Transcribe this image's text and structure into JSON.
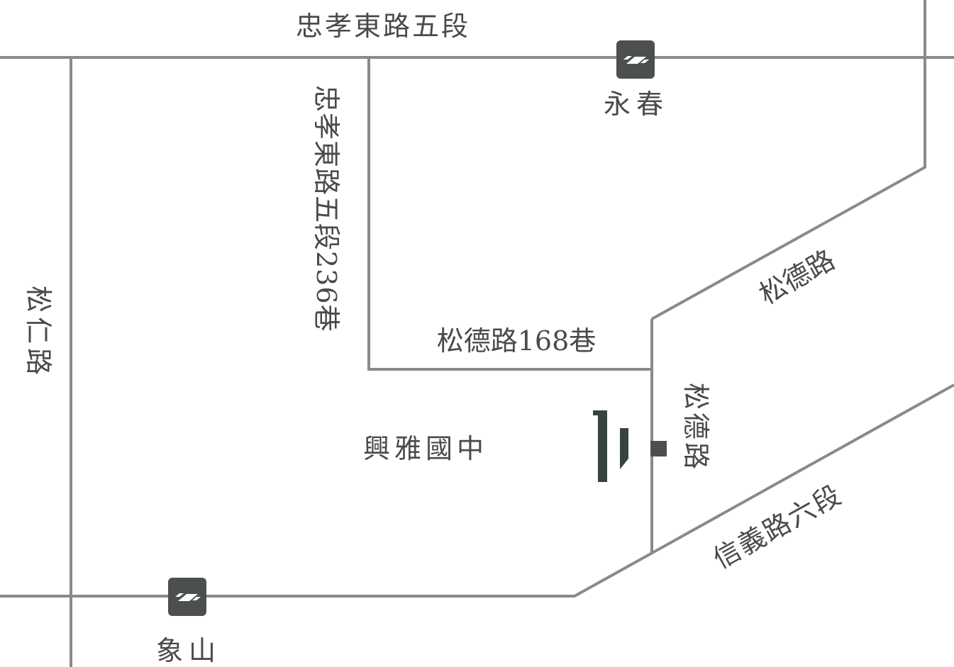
{
  "roads": {
    "zhongxiao_top": "忠孝東路五段",
    "zhongxiao_lane": "忠孝東路五段236巷",
    "songren": "松仁路",
    "songde_lane": "松德路168巷",
    "songde_diag": "松德路",
    "songde_vertical": "松德路",
    "xinyi": "信義路六段"
  },
  "stations": {
    "yongchun": "永春",
    "xiangshan": "象山"
  },
  "landmarks": {
    "school": "興雅國中"
  },
  "colors": {
    "road": "#8a8a8a",
    "text": "#4a4a4a",
    "station": "#4b504d",
    "site": "#37433c"
  },
  "icons": {
    "station": "mrt-station-icon",
    "site": "project-site-icon",
    "entrance": "entrance-marker-icon"
  }
}
